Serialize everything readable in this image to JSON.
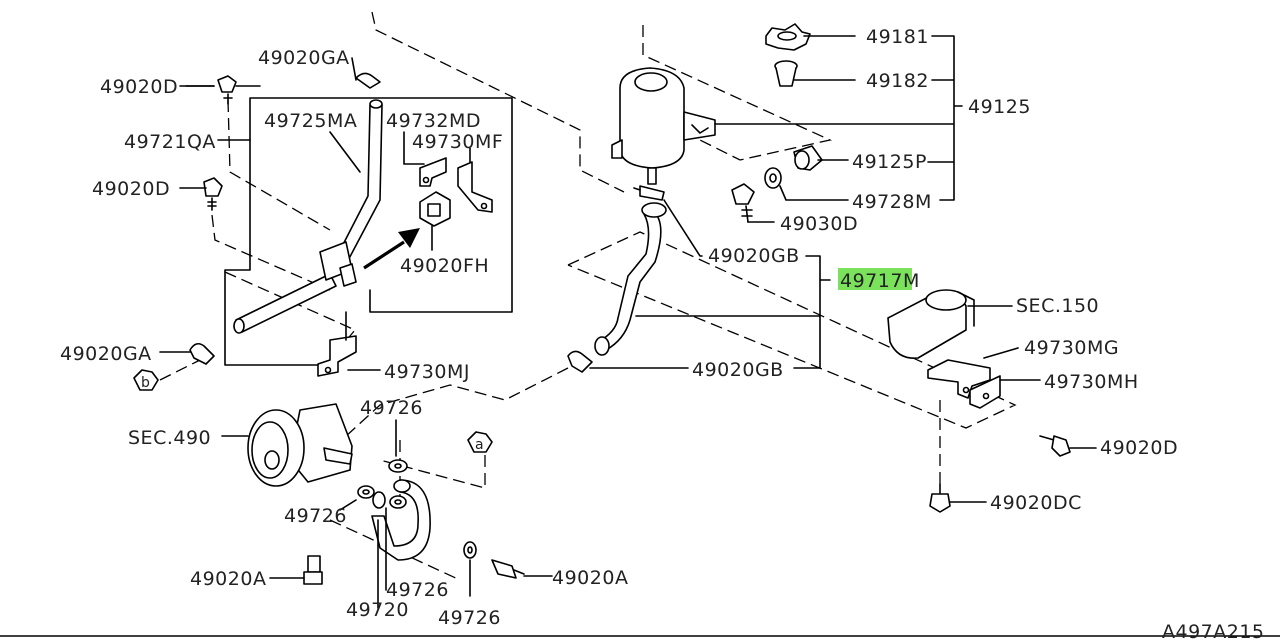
{
  "diagram_id": "A497A215",
  "highlight_color": "#7be35b",
  "labels": {
    "p49181": "49181",
    "p49182": "49182",
    "p49125": "49125",
    "p49125P": "49125P",
    "p49728M": "49728M",
    "p49030D": "49030D",
    "p49020GB_top": "49020GB",
    "p49717M": "49717M",
    "sec150": "SEC.150",
    "p49730MG": "49730MG",
    "p49730MH": "49730MH",
    "p49020D_right": "49020D",
    "p49020DC": "49020DC",
    "p49020GB_bot": "49020GB",
    "p49020GA_top": "49020GA",
    "p49020D_top": "49020D",
    "p49721QA": "49721QA",
    "p49020D_mid": "49020D",
    "p49725MA": "49725MA",
    "p49732MD": "49732MD",
    "p49730MF": "49730MF",
    "p49020FH": "49020FH",
    "p49020GA_left": "49020GA",
    "p49730MJ": "49730MJ",
    "ref_b": "b",
    "ref_a": "a",
    "p49726_top": "49726",
    "sec490": "SEC.490",
    "p49726_left": "49726",
    "p49720": "49720",
    "p49726_mid": "49726",
    "p49726_bot": "49726",
    "p49020A_left": "49020A",
    "p49020A_right": "49020A"
  }
}
